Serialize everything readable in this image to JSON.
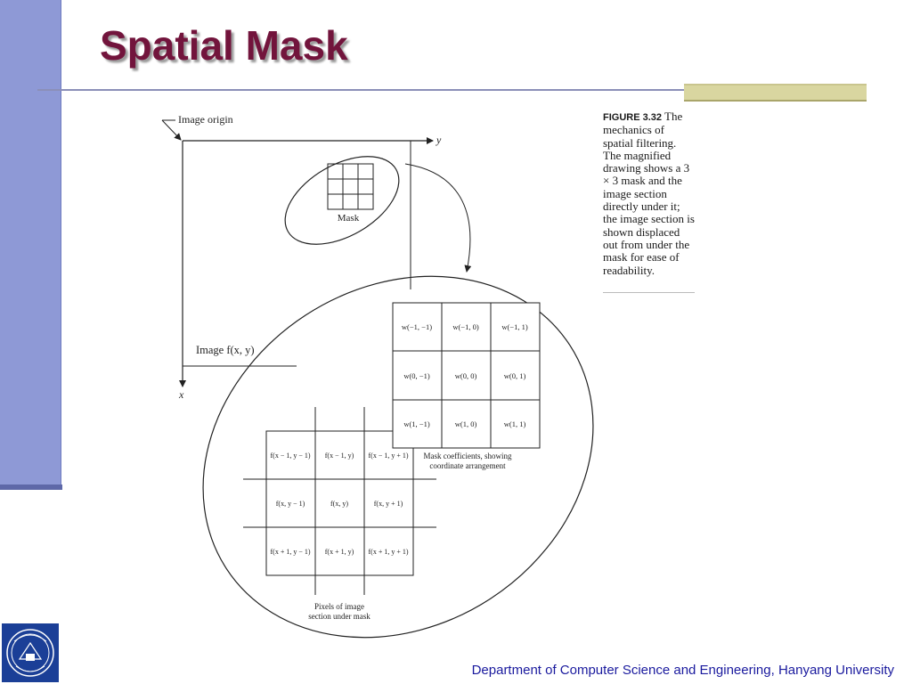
{
  "slide": {
    "title": "Spatial Mask",
    "footer": "Department of Computer Science and Engineering, Hanyang University"
  },
  "figure": {
    "caption_label": "FIGURE 3.32",
    "caption_text": " The mechanics of spatial filtering. The magnified drawing shows a 3 × 3 mask and the image section directly under it; the image section is shown displaced out from under the mask for ease of readability.",
    "image_origin_label": "Image origin",
    "y_axis_label": "y",
    "x_axis_label": "x",
    "mask_label": "Mask",
    "image_label": "Image f(x, y)",
    "mask_coefficients_label_line1": "Mask coefficients, showing",
    "mask_coefficients_label_line2": "coordinate arrangement",
    "pixels_label_line1": "Pixels of image",
    "pixels_label_line2": "section under mask",
    "mask_coefficients": [
      [
        "w(−1, −1)",
        "w(−1, 0)",
        "w(−1, 1)"
      ],
      [
        "w(0, −1)",
        "w(0, 0)",
        "w(0, 1)"
      ],
      [
        "w(1, −1)",
        "w(1, 0)",
        "w(1, 1)"
      ]
    ],
    "pixels": [
      [
        "f(x − 1, y − 1)",
        "f(x − 1, y)",
        "f(x − 1, y + 1)"
      ],
      [
        "f(x, y − 1)",
        "f(x, y)",
        "f(x, y + 1)"
      ],
      [
        "f(x + 1, y − 1)",
        "f(x + 1, y)",
        "f(x + 1, y + 1)"
      ]
    ]
  },
  "colors": {
    "title": "#72143c",
    "side_bar": "#8e99d6",
    "footer_text": "#1a1a9e",
    "accent_bar": "#d9d6a0"
  }
}
